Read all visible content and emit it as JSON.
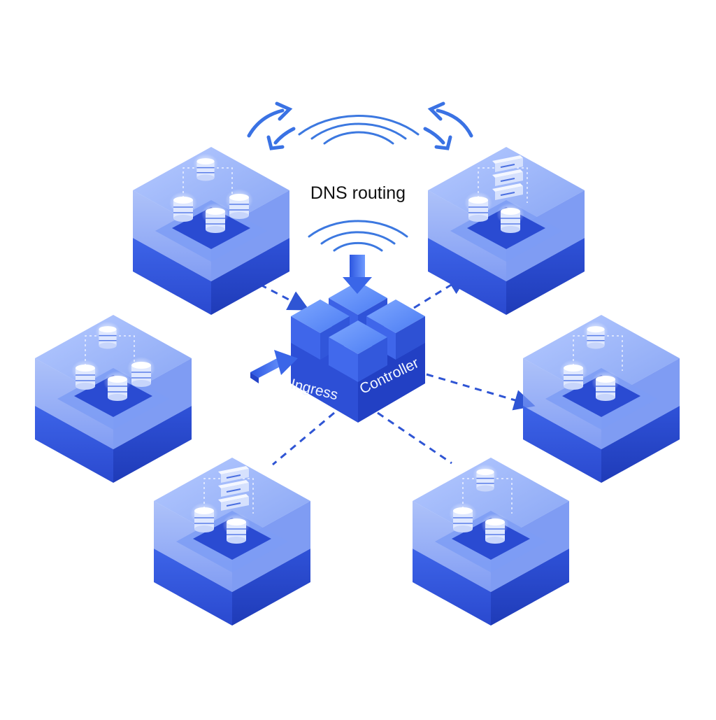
{
  "diagram": {
    "dns_label": "DNS routing",
    "controller": {
      "label_word_1": "Ingress",
      "label_word_2": "Controller"
    },
    "colors": {
      "accent": "#3b63e6",
      "accent_dark": "#2243c8",
      "accent_light": "#8fb0ff",
      "arrow": "#3366dd",
      "connector": "#2f55d4"
    },
    "nodes": [
      {
        "id": "node-top-left",
        "icons": [
          "database-icon",
          "database-icon",
          "database-icon",
          "database-icon"
        ]
      },
      {
        "id": "node-top-right",
        "icons": [
          "server-rack-icon",
          "database-icon",
          "database-icon"
        ]
      },
      {
        "id": "node-middle-left",
        "icons": [
          "database-icon",
          "database-icon",
          "database-icon",
          "database-icon"
        ]
      },
      {
        "id": "node-middle-right",
        "icons": [
          "database-icon",
          "database-icon",
          "database-icon"
        ]
      },
      {
        "id": "node-bottom-left",
        "icons": [
          "server-rack-icon",
          "database-icon",
          "database-icon"
        ]
      },
      {
        "id": "node-bottom-right",
        "icons": [
          "database-icon",
          "database-icon",
          "database-icon"
        ]
      }
    ]
  }
}
